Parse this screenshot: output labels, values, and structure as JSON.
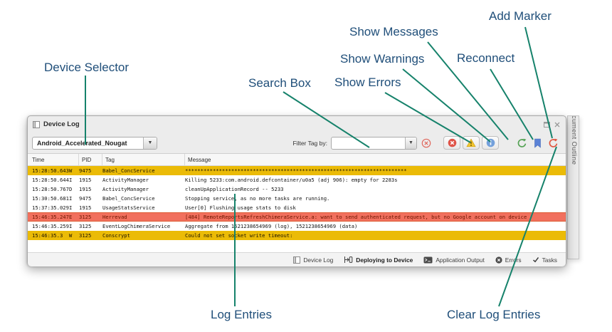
{
  "colors": {
    "annotation_label": "#1F4E79",
    "callout_line": "#16826B",
    "warning_row": "#EBBB07",
    "error_row": "#F1705E"
  },
  "annotations": {
    "labels": {
      "device_selector": "Device Selector",
      "search_box": "Search Box",
      "show_messages": "Show Messages",
      "show_warnings": "Show Warnings",
      "show_errors": "Show Errors",
      "reconnect": "Reconnect",
      "add_marker": "Add Marker",
      "log_entries": "Log Entries",
      "clear_log_entries": "Clear Log Entries"
    }
  },
  "panel": {
    "title": "Device Log",
    "window_icons": [
      "float-icon",
      "close-icon"
    ],
    "device_selector": {
      "value": "Android_Accelerated_Nougat"
    },
    "filter": {
      "label": "Filter Tag by:",
      "value": ""
    },
    "toolbar_icons": [
      "clear-filter-icon",
      "show-errors-toggle",
      "show-warnings-toggle",
      "show-messages-toggle",
      "reconnect-button",
      "add-marker-button",
      "clear-log-button"
    ],
    "side_tab_label": "Document Outline",
    "table": {
      "columns": [
        "Time",
        "PID",
        "Tag",
        "Message"
      ],
      "rows": [
        {
          "time": "15:28:50.643",
          "level": "W",
          "pid": "9475",
          "tag": "Babel_ConcService",
          "message": "************************************************************************",
          "kind": "warning"
        },
        {
          "time": "15:28:50.644",
          "level": "I",
          "pid": "1915",
          "tag": "ActivityManager",
          "message": "Killing 5233:com.android.defcontainer/u0a5 (adj 906): empty for 2283s",
          "kind": "info"
        },
        {
          "time": "15:28:50.767",
          "level": "D",
          "pid": "1915",
          "tag": "ActivityManager",
          "message": "cleanUpApplicationRecord -- 5233",
          "kind": "info"
        },
        {
          "time": "15:30:50.681",
          "level": "I",
          "pid": "9475",
          "tag": "Babel_ConcService",
          "message": "Stopping service, as no more tasks are running.",
          "kind": "info"
        },
        {
          "time": "15:37:35.029",
          "level": "I",
          "pid": "1915",
          "tag": "UsageStatsService",
          "message": "User[0] Flushing usage stats to disk",
          "kind": "info"
        },
        {
          "time": "15:46:35.247",
          "level": "E",
          "pid": "3125",
          "tag": "Herrevad",
          "message": "[484] RemoteReportsRefreshChimeraService.a: want to send authenticated request, but no Google account on device",
          "kind": "error"
        },
        {
          "time": "15:46:35.259",
          "level": "I",
          "pid": "3125",
          "tag": "EventLogChimeraService",
          "message": "Aggregate from 1521238654969 (log), 1521238654969 (data)",
          "kind": "info"
        },
        {
          "time": "15:46:35.3",
          "level": "W",
          "pid": "3125",
          "tag": "Conscrypt",
          "message": "Could not set socket write timeout:",
          "kind": "warning"
        }
      ]
    },
    "status_bar": [
      {
        "label": "Device Log",
        "icon": "panel-icon",
        "active": false
      },
      {
        "label": "Deploying to Device",
        "icon": "deploy-icon",
        "active": true
      },
      {
        "label": "Application Output",
        "icon": "terminal-icon",
        "active": false
      },
      {
        "label": "Errors",
        "icon": "errors-icon",
        "active": false
      },
      {
        "label": "Tasks",
        "icon": "tasks-icon",
        "active": false
      }
    ]
  }
}
